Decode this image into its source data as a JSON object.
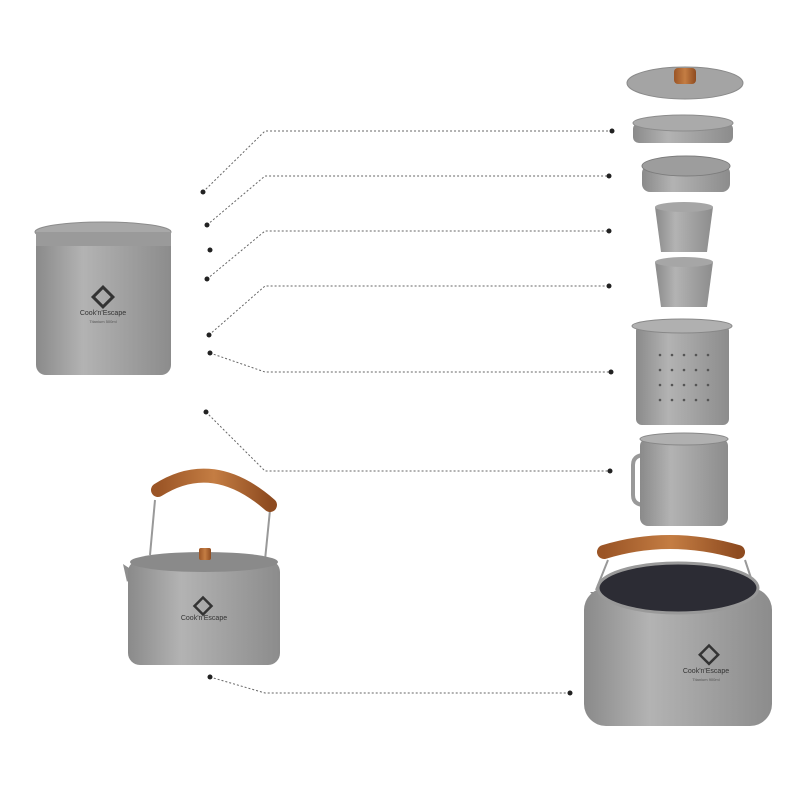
{
  "product": {
    "brand": "Cook'n'Escape",
    "mug_marking": "Titanium 500ml",
    "kettle_marking": "Titanium 900ml"
  },
  "colors": {
    "titanium": "#9c9c9c",
    "titanium_dark": "#7e7e7e",
    "wood": "#b06a35",
    "callout_line": "#555555"
  },
  "callouts": [
    {
      "part": "lid-with-wood-knob"
    },
    {
      "part": "flat-lid"
    },
    {
      "part": "divided-lid"
    },
    {
      "part": "small-cup"
    },
    {
      "part": "small-cup"
    },
    {
      "part": "tea-infuser"
    },
    {
      "part": "mug-with-folding-handle"
    },
    {
      "part": "kettle"
    }
  ]
}
